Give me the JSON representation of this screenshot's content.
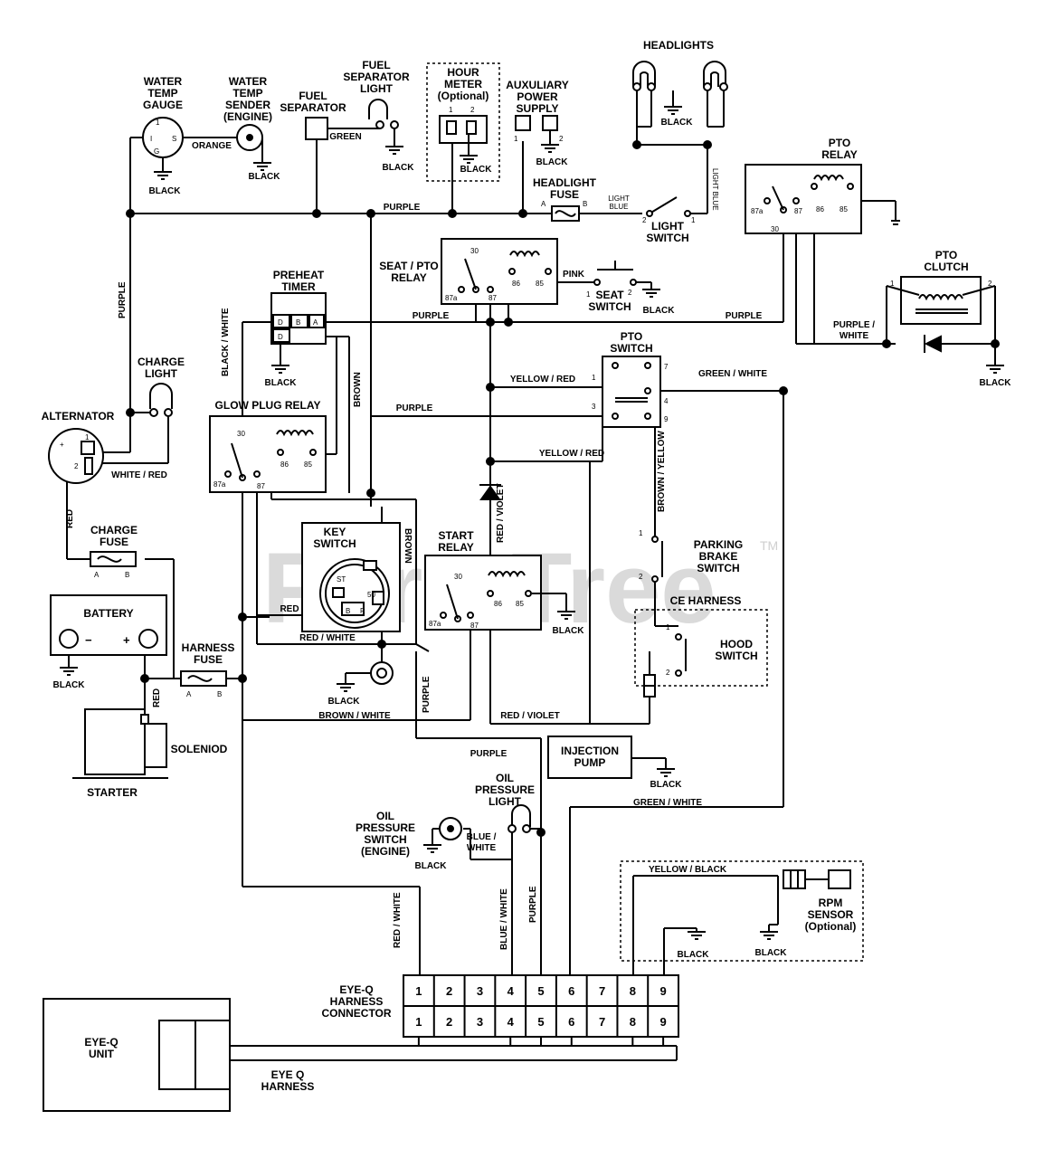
{
  "watermark": {
    "text": "PartsTree",
    "tm": "TM"
  },
  "components": {
    "headlights": "HEADLIGHTS",
    "water_temp_gauge": [
      "WATER",
      "TEMP",
      "GAUGE"
    ],
    "water_temp_sender": [
      "WATER",
      "TEMP",
      "SENDER",
      "(ENGINE)"
    ],
    "fuel_separator_light": [
      "FUEL",
      "SEPARATOR",
      "LIGHT"
    ],
    "fuel_separator": [
      "FUEL",
      "SEPARATOR"
    ],
    "hour_meter": [
      "HOUR",
      "METER",
      "(Optional)"
    ],
    "aux_power": [
      "AUXULIARY",
      "POWER",
      "SUPPLY"
    ],
    "headlight_fuse": [
      "HEADLIGHT",
      "FUSE"
    ],
    "light_switch": [
      "LIGHT",
      "SWITCH"
    ],
    "pto_relay": [
      "PTO",
      "RELAY"
    ],
    "pto_clutch": [
      "PTO",
      "CLUTCH"
    ],
    "seat_pto_relay": [
      "SEAT / PTO",
      "RELAY"
    ],
    "seat_switch": [
      "SEAT",
      "SWITCH"
    ],
    "preheat_timer": [
      "PREHEAT",
      "TIMER"
    ],
    "charge_light": [
      "CHARGE",
      "LIGHT"
    ],
    "alternator": "ALTERNATOR",
    "glow_plug_relay": "GLOW PLUG RELAY",
    "pto_switch": [
      "PTO",
      "SWITCH"
    ],
    "key_switch": [
      "KEY",
      "SWITCH"
    ],
    "start_relay": [
      "START",
      "RELAY"
    ],
    "parking_brake_switch": [
      "PARKING",
      "BRAKE",
      "SWITCH"
    ],
    "ce_harness": "CE HARNESS",
    "hood_switch": [
      "HOOD",
      "SWITCH"
    ],
    "charge_fuse": [
      "CHARGE",
      "FUSE"
    ],
    "battery": "BATTERY",
    "harness_fuse": [
      "HARNESS",
      "FUSE"
    ],
    "solenoid": "SOLENIOD",
    "starter": "STARTER",
    "injection_pump": [
      "INJECTION",
      "PUMP"
    ],
    "oil_pressure_light": [
      "OIL",
      "PRESSURE",
      "LIGHT"
    ],
    "oil_pressure_switch": [
      "OIL",
      "PRESSURE",
      "SWITCH",
      "(ENGINE)"
    ],
    "rpm_sensor": [
      "RPM",
      "SENSOR",
      "(Optional)"
    ],
    "eyeq_connector": [
      "EYE-Q",
      "HARNESS",
      "CONNECTOR"
    ],
    "eyeq_unit": [
      "EYE-Q",
      "UNIT"
    ],
    "eyeq_harness": [
      "EYE Q",
      "HARNESS"
    ]
  },
  "wires": {
    "orange": "ORANGE",
    "green": "GREEN",
    "purple": "PURPLE",
    "light_blue": [
      "LIGHT",
      "BLUE"
    ],
    "light_blue_v": "LIGHT BLUE",
    "pink": "PINK",
    "black": "BLACK",
    "black_white": "BLACK / WHITE",
    "brown": "BROWN",
    "white_red": "WHITE / RED",
    "red": "RED",
    "yellow_red": "YELLOW / RED",
    "green_white": "GREEN / WHITE",
    "purple_white": [
      "PURPLE /",
      "WHITE"
    ],
    "brown_yellow": "BROWN / YELLOW",
    "red_violet": "RED / VIOLET",
    "red_white": "RED / WHITE",
    "brown_white": "BROWN / WHITE",
    "blue_white": [
      "BLUE /",
      "WHITE"
    ],
    "blue_white_v": "BLUE / WHITE",
    "yellow_black": "YELLOW / BLACK",
    "green_white_2": "GREEN / WHITE"
  },
  "pins": {
    "gauge": [
      "1",
      "I",
      "S",
      "G"
    ],
    "hour_meter": [
      "1",
      "2"
    ],
    "aux": [
      "1",
      "2"
    ],
    "fuse_ab": [
      "A",
      "B"
    ],
    "switch_12": [
      "1",
      "2"
    ],
    "relay": [
      "87a",
      "30",
      "87",
      "86",
      "85"
    ],
    "timer": [
      "D",
      "B",
      "A",
      "D"
    ],
    "alt": [
      "+",
      "1",
      "2"
    ],
    "pto_switch": [
      "1",
      "3",
      "7",
      "4",
      "9"
    ],
    "key": [
      "ST",
      "50",
      "B",
      "R"
    ],
    "battery": [
      "−",
      "+"
    ],
    "connector": [
      "1",
      "2",
      "3",
      "4",
      "5",
      "6",
      "7",
      "8",
      "9"
    ]
  }
}
